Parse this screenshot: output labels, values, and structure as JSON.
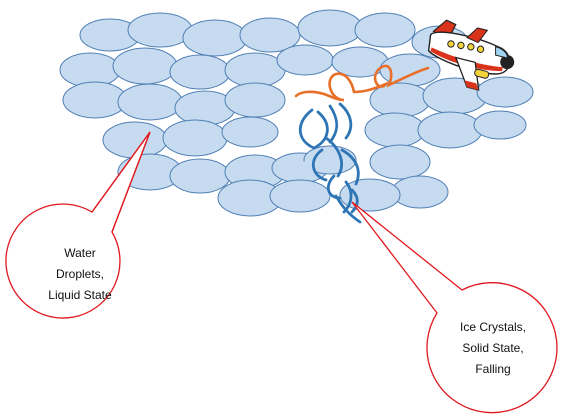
{
  "colors": {
    "cloud_fill": "#c6dbef",
    "cloud_stroke": "#4f7fb5",
    "ice_crystal": "#2e75b6",
    "airplane_trail": "#e8702a",
    "callout_stroke": "#e0191f",
    "airplane_body": "#ffffff",
    "airplane_trim": "#d9331c"
  },
  "callouts": {
    "water": {
      "label": "Water\nDroplets,\nLiquid State"
    },
    "ice": {
      "label": "Ice Crystals,\nSolid State,\nFalling"
    }
  },
  "icons": {
    "airplane": "airplane-icon",
    "clouds": "cloud-cluster",
    "trail": "contrail-squiggle",
    "crystals": "ice-crystal-streaks"
  }
}
